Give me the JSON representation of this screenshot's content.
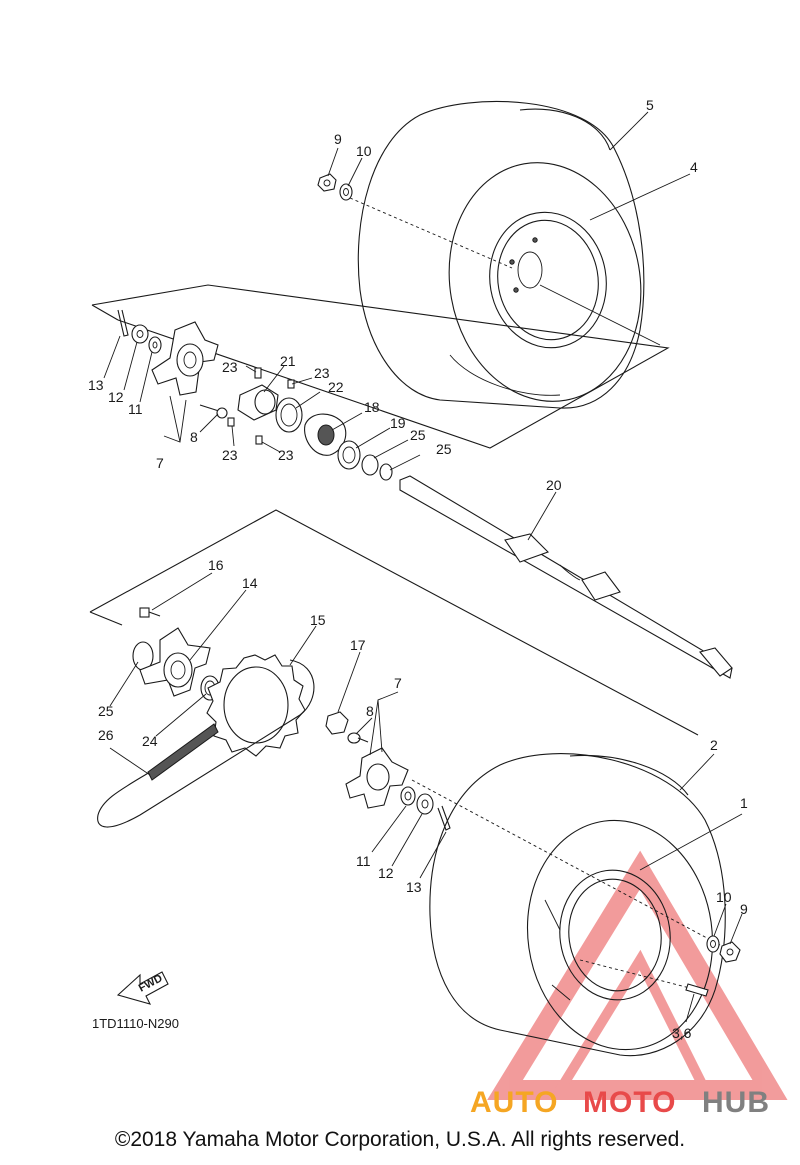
{
  "diagram": {
    "code": "1TD1110-N290",
    "fwd_label": "FWD",
    "callouts": [
      {
        "id": "c1",
        "text": "1"
      },
      {
        "id": "c2",
        "text": "2"
      },
      {
        "id": "c36",
        "text": "3,6"
      },
      {
        "id": "c4",
        "text": "4"
      },
      {
        "id": "c5",
        "text": "5"
      },
      {
        "id": "c7a",
        "text": "7"
      },
      {
        "id": "c7b",
        "text": "7"
      },
      {
        "id": "c8a",
        "text": "8"
      },
      {
        "id": "c8b",
        "text": "8"
      },
      {
        "id": "c9a",
        "text": "9"
      },
      {
        "id": "c9b",
        "text": "9"
      },
      {
        "id": "c10a",
        "text": "10"
      },
      {
        "id": "c10b",
        "text": "10"
      },
      {
        "id": "c11a",
        "text": "11"
      },
      {
        "id": "c11b",
        "text": "11"
      },
      {
        "id": "c12a",
        "text": "12"
      },
      {
        "id": "c12b",
        "text": "12"
      },
      {
        "id": "c13a",
        "text": "13"
      },
      {
        "id": "c13b",
        "text": "13"
      },
      {
        "id": "c14",
        "text": "14"
      },
      {
        "id": "c15",
        "text": "15"
      },
      {
        "id": "c16",
        "text": "16"
      },
      {
        "id": "c17",
        "text": "17"
      },
      {
        "id": "c18",
        "text": "18"
      },
      {
        "id": "c19",
        "text": "19"
      },
      {
        "id": "c20",
        "text": "20"
      },
      {
        "id": "c21",
        "text": "21"
      },
      {
        "id": "c22",
        "text": "22"
      },
      {
        "id": "c23a",
        "text": "23"
      },
      {
        "id": "c23b",
        "text": "23"
      },
      {
        "id": "c23c",
        "text": "23"
      },
      {
        "id": "c23d",
        "text": "23"
      },
      {
        "id": "c24",
        "text": "24"
      },
      {
        "id": "c25a",
        "text": "25"
      },
      {
        "id": "c25b",
        "text": "25"
      },
      {
        "id": "c25c",
        "text": "25"
      },
      {
        "id": "c26",
        "text": "26"
      }
    ]
  },
  "watermark": {
    "word_a": "AUTO",
    "word_b": "MOTO",
    "word_c": "HUB",
    "colors": {
      "triangle": "#e84a4a",
      "auto": "#f5a623",
      "moto": "#e84a4a",
      "hub": "#808080"
    }
  },
  "footer": {
    "copyright": "©2018 Yamaha Motor Corporation, U.S.A. All rights reserved."
  }
}
